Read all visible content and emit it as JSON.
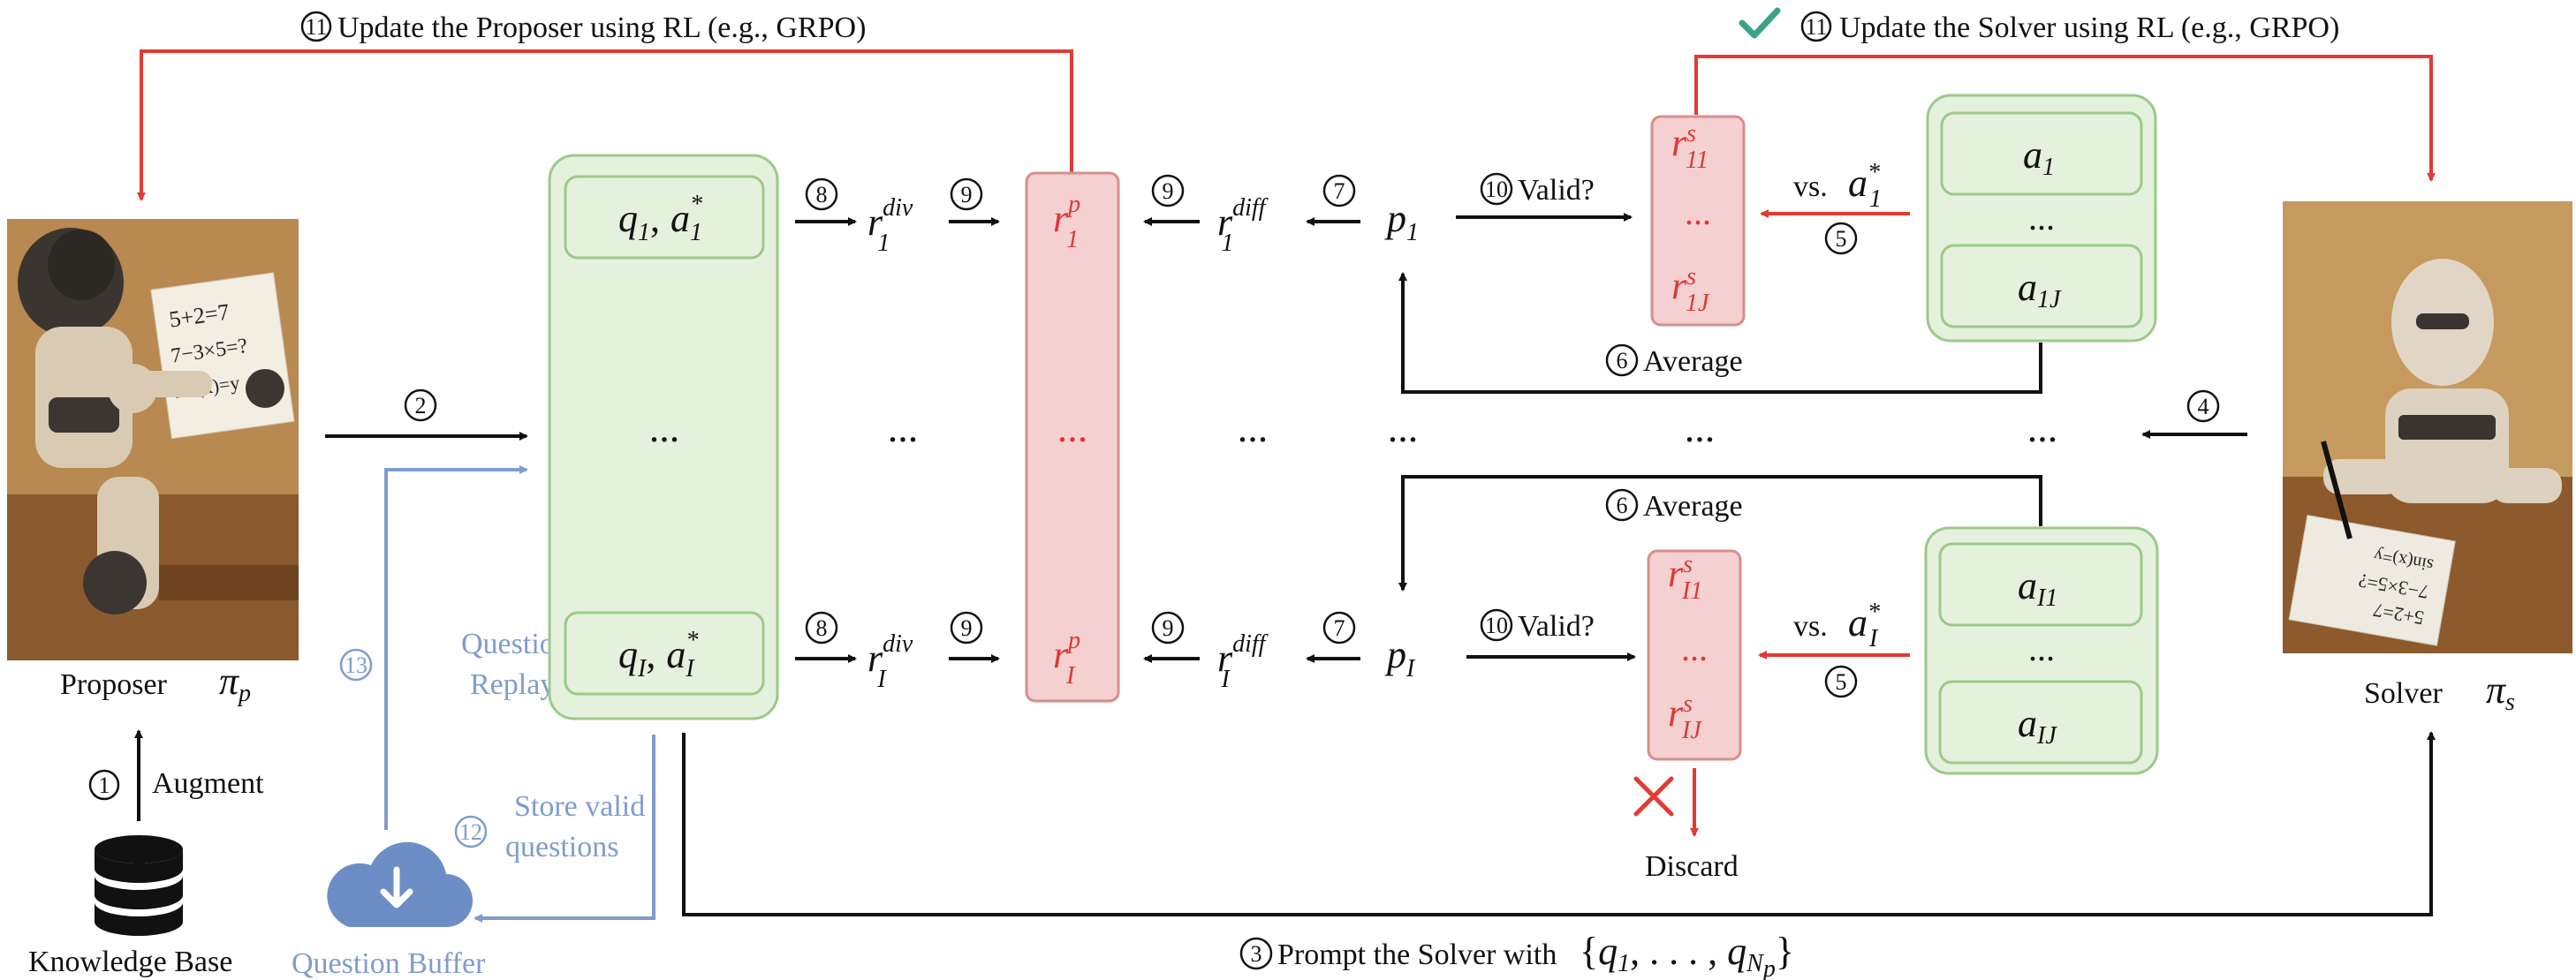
{
  "colors": {
    "red": "#e23b33",
    "blue": "#7f9ccd",
    "green_fill": "#e4f1dc",
    "green_stroke": "#9cc98a",
    "pink_fill": "#f4d0d0",
    "pink_stroke": "#d98c8c",
    "check": "#3aa387"
  },
  "top": {
    "update_proposer": "Update the Proposer using RL (e.g., GRPO)",
    "update_solver": "Update the Solver using RL (e.g., GRPO)",
    "step11": "11"
  },
  "proposer": {
    "label": "Proposer",
    "policy": "π",
    "policy_sub": "p",
    "sheet": [
      "5+2=7",
      "7−3×5=?",
      "sin(x)=y"
    ]
  },
  "solver": {
    "label": "Solver",
    "policy": "π",
    "policy_sub": "s",
    "sheet": [
      "5+2=7",
      "7−3×5=?",
      "sin(x)=y"
    ]
  },
  "knowledge_base": {
    "label": "Knowledge Base",
    "step": "1",
    "augment": "Augment"
  },
  "question_buffer": {
    "label": "Question Buffer",
    "replay_step": "13",
    "replay_l1": "Question",
    "replay_l2": "Replay",
    "store_step": "12",
    "store_l1": "Store valid",
    "store_l2": "questions"
  },
  "steps": {
    "s2": "2",
    "s3": "3",
    "s4": "4",
    "s5": "5",
    "s6": "6",
    "s7": "7",
    "s8": "8",
    "s9": "9",
    "s10": "10"
  },
  "qa_box": {
    "q1": "q",
    "q1_sub": "1",
    "a1": "a",
    "a1_sub": "1",
    "star": "*",
    "qI": "q",
    "qI_sub": "I",
    "aI": "a",
    "aI_sub": "I",
    "comma": ",",
    "dots": "..."
  },
  "rdiv": {
    "r": "r",
    "sup": "div",
    "sub1": "1",
    "subI": "I"
  },
  "rp": {
    "r": "r",
    "sup": "p",
    "sub1": "1",
    "subI": "I",
    "dots": "..."
  },
  "rdiff": {
    "r": "r",
    "sup": "diff",
    "sub1": "1",
    "subI": "I"
  },
  "p": {
    "p": "p",
    "sub1": "1",
    "subI": "I"
  },
  "valid": "Valid?",
  "rs": {
    "r": "r",
    "sup": "s",
    "top1": "11",
    "bot1": "1J",
    "topI": "I1",
    "botI": "IJ",
    "dots": "..."
  },
  "vs": {
    "vs": "vs.",
    "a": "a",
    "star": "*",
    "sub1": "1",
    "subI": "I"
  },
  "answers": {
    "a": "a",
    "top1": "1",
    "bot1": "1J",
    "topI": "I1",
    "botI": "IJ",
    "dots": "..."
  },
  "average": "Average",
  "discard": "Discard",
  "middle_dots": "...",
  "prompt": {
    "text": "Prompt the Solver with",
    "set_open": "{",
    "q": "q",
    "q1_sub": "1",
    "mid": ", . . . , ",
    "qN_sub": "N",
    "qN_subsub": "p",
    "set_close": "}"
  }
}
